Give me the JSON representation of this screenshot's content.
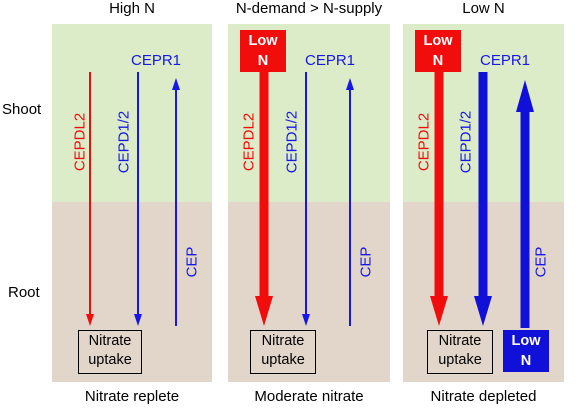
{
  "row_labels": {
    "shoot": "Shoot",
    "root": "Root"
  },
  "colors": {
    "shoot_bg": "#dcebc8",
    "root_bg": "#e2d6cb",
    "cepdl2": "#f20d0d",
    "cepd12": "#1717e8",
    "low_n_badge_shoot": "#f20d0d",
    "low_n_badge_root": "#1010d8"
  },
  "panels": [
    {
      "title": "High N",
      "caption": "Nitrate replete",
      "cepdl2_label": "CEPDL2",
      "cepd12_label": "CEPD1/2",
      "cepr1_label": "CEPR1",
      "cep_label": "CEP",
      "uptake_line1": "Nitrate",
      "uptake_line2": "uptake",
      "arrow_weight": "thin"
    },
    {
      "title": "N-demand > N-supply",
      "caption": "Moderate nitrate",
      "cepdl2_label": "CEPDL2",
      "cepd12_label": "CEPD1/2",
      "cepr1_label": "CEPR1",
      "cep_label": "CEP",
      "uptake_line1": "Nitrate",
      "uptake_line2": "uptake",
      "low_n_shoot_line1": "Low",
      "low_n_shoot_line2": "N",
      "arrow_weight": "thick-red"
    },
    {
      "title": "Low N",
      "caption": "Nitrate depleted",
      "cepdl2_label": "CEPDL2",
      "cepd12_label": "CEPD1/2",
      "cepr1_label": "CEPR1",
      "cep_label": "CEP",
      "uptake_line1": "Nitrate",
      "uptake_line2": "uptake",
      "low_n_shoot_line1": "Low",
      "low_n_shoot_line2": "N",
      "low_n_root_line1": "Low",
      "low_n_root_line2": "N",
      "arrow_weight": "thick-all"
    }
  ]
}
